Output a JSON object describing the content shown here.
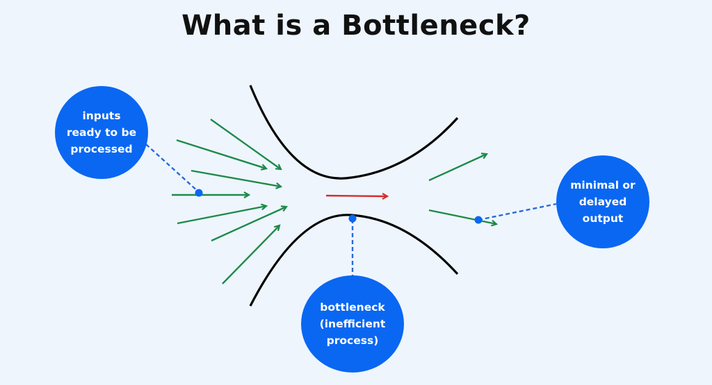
{
  "title": "What is a Bottleneck?",
  "colors": {
    "background": "#eef5fd",
    "bubble": "#0a67f2",
    "flow_arrows": "#1e8a4a",
    "bottleneck_arrow": "#d92b2b",
    "funnel": "#000000",
    "connector": "#2a6ad8"
  },
  "bubbles": {
    "inputs": {
      "lines": [
        "inputs",
        "ready to be",
        "processed"
      ]
    },
    "bottleneck": {
      "lines": [
        "bottleneck",
        "(inefficient",
        "process)"
      ]
    },
    "output": {
      "lines": [
        "minimal or",
        "delayed",
        "output"
      ]
    }
  }
}
